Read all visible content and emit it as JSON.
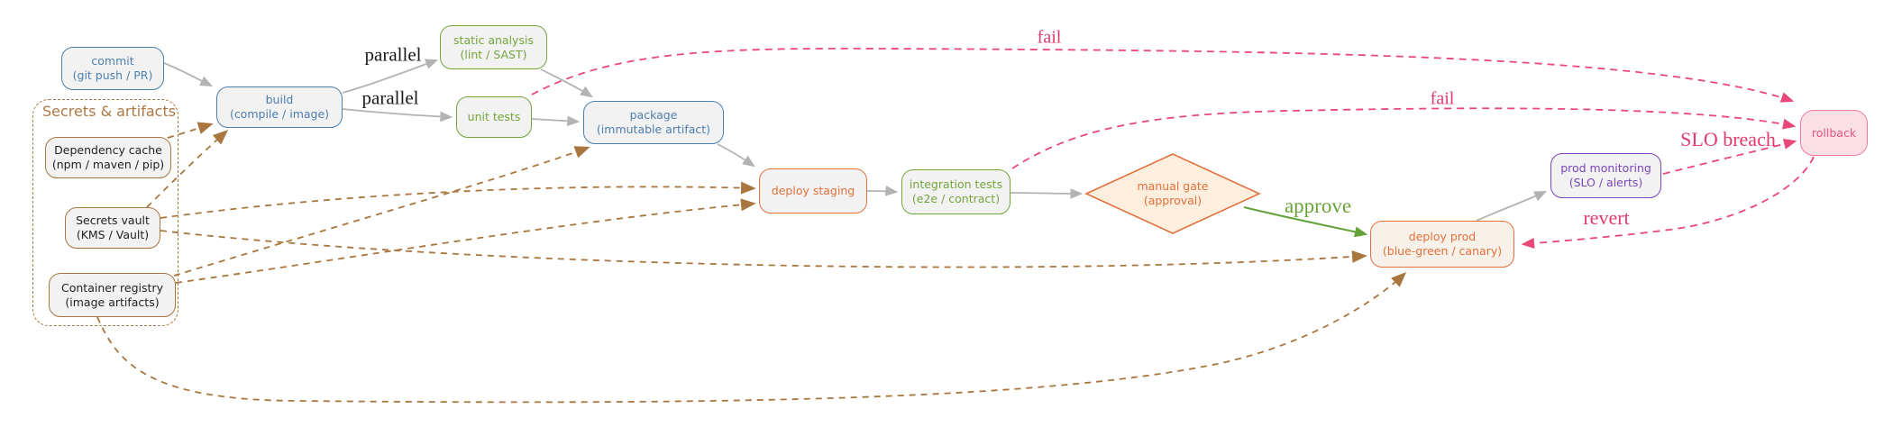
{
  "diagram": {
    "cluster": {
      "label": "Secrets & artifacts"
    },
    "nodes": {
      "commit": {
        "title": "commit",
        "sub": "(git push / PR)"
      },
      "build": {
        "title": "build",
        "sub": "(compile / image)"
      },
      "static_analysis": {
        "title": "static analysis",
        "sub": "(lint / SAST)"
      },
      "unit_tests": {
        "title": "unit tests",
        "sub": ""
      },
      "package": {
        "title": "package",
        "sub": "(immutable artifact)"
      },
      "deploy_staging": {
        "title": "deploy staging",
        "sub": ""
      },
      "integration_tests": {
        "title": "integration tests",
        "sub": "(e2e / contract)"
      },
      "manual_gate": {
        "title": "manual gate",
        "sub": "(approval)"
      },
      "deploy_prod": {
        "title": "deploy prod",
        "sub": "(blue-green / canary)"
      },
      "prod_monitoring": {
        "title": "prod monitoring",
        "sub": "(SLO / alerts)"
      },
      "rollback": {
        "title": "rollback",
        "sub": ""
      },
      "dependency_cache": {
        "title": "Dependency cache",
        "sub": "(npm / maven / pip)"
      },
      "secrets_vault": {
        "title": "Secrets vault",
        "sub": "(KMS / Vault)"
      },
      "container_registry": {
        "title": "Container registry",
        "sub": "(image artifacts)"
      }
    },
    "edge_labels": {
      "parallel_top": "parallel",
      "parallel_bottom": "parallel",
      "fail_top": "fail",
      "fail_mid": "fail",
      "approve": "approve",
      "slo_breach": "SLO breach",
      "revert": "revert"
    },
    "edges": [
      {
        "from": "commit",
        "to": "build",
        "label": "",
        "style": "solid",
        "color": "gray"
      },
      {
        "from": "build",
        "to": "static_analysis",
        "label": "parallel",
        "style": "solid",
        "color": "gray"
      },
      {
        "from": "build",
        "to": "unit_tests",
        "label": "parallel",
        "style": "solid",
        "color": "gray"
      },
      {
        "from": "static_analysis",
        "to": "package",
        "label": "",
        "style": "solid",
        "color": "gray"
      },
      {
        "from": "unit_tests",
        "to": "package",
        "label": "",
        "style": "solid",
        "color": "gray"
      },
      {
        "from": "package",
        "to": "deploy_staging",
        "label": "",
        "style": "solid",
        "color": "gray"
      },
      {
        "from": "deploy_staging",
        "to": "integration_tests",
        "label": "",
        "style": "solid",
        "color": "gray"
      },
      {
        "from": "integration_tests",
        "to": "manual_gate",
        "label": "",
        "style": "solid",
        "color": "gray"
      },
      {
        "from": "manual_gate",
        "to": "deploy_prod",
        "label": "approve",
        "style": "solid",
        "color": "green"
      },
      {
        "from": "deploy_prod",
        "to": "prod_monitoring",
        "label": "",
        "style": "solid",
        "color": "gray"
      },
      {
        "from": "unit_tests",
        "to": "rollback",
        "label": "fail",
        "style": "dashed",
        "color": "pink"
      },
      {
        "from": "integration_tests",
        "to": "rollback",
        "label": "fail",
        "style": "dashed",
        "color": "pink"
      },
      {
        "from": "prod_monitoring",
        "to": "rollback",
        "label": "SLO breach",
        "style": "dashed",
        "color": "pink"
      },
      {
        "from": "rollback",
        "to": "deploy_prod",
        "label": "revert",
        "style": "dashed",
        "color": "pink"
      },
      {
        "from": "dependency_cache",
        "to": "build",
        "label": "",
        "style": "dashed",
        "color": "brown"
      },
      {
        "from": "secrets_vault",
        "to": "build",
        "label": "",
        "style": "dashed",
        "color": "brown"
      },
      {
        "from": "secrets_vault",
        "to": "deploy_staging",
        "label": "",
        "style": "dashed",
        "color": "brown"
      },
      {
        "from": "secrets_vault",
        "to": "deploy_prod",
        "label": "",
        "style": "dashed",
        "color": "brown"
      },
      {
        "from": "container_registry",
        "to": "package",
        "label": "",
        "style": "dashed",
        "color": "brown"
      },
      {
        "from": "container_registry",
        "to": "deploy_staging",
        "label": "",
        "style": "dashed",
        "color": "brown"
      },
      {
        "from": "container_registry",
        "to": "deploy_prod",
        "label": "",
        "style": "dashed",
        "color": "brown"
      }
    ],
    "colors": {
      "edge_gray": "#b3b3b3",
      "edge_brown": "#a8763e",
      "edge_pink": "#e84778",
      "edge_green": "#63a23a",
      "node_blue": "#4c7fae",
      "node_green": "#74a53c",
      "node_orange": "#e0713c",
      "node_purple": "#7a45b8",
      "node_pink_border": "#ee7d9c",
      "node_fill": "#f2f2f2",
      "gate_fill": "#fdeedd",
      "rollback_fill": "#fbdfe7"
    }
  }
}
